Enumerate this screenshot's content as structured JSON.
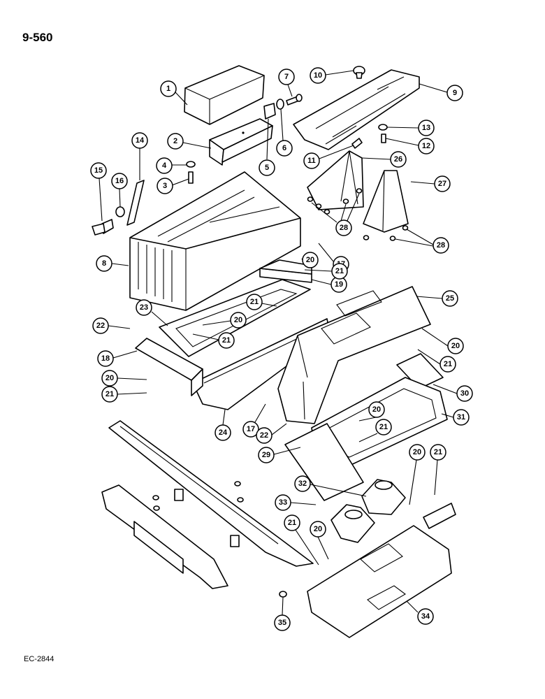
{
  "page_title": "9-560",
  "page_code": "EC-2844",
  "callouts": [
    {
      "label": "1"
    },
    {
      "label": "2"
    },
    {
      "label": "3"
    },
    {
      "label": "4"
    },
    {
      "label": "5"
    },
    {
      "label": "6"
    },
    {
      "label": "7"
    },
    {
      "label": "8"
    },
    {
      "label": "9"
    },
    {
      "label": "10"
    },
    {
      "label": "11"
    },
    {
      "label": "12"
    },
    {
      "label": "13"
    },
    {
      "label": "14"
    },
    {
      "label": "15"
    },
    {
      "label": "16"
    },
    {
      "label": "17"
    },
    {
      "label": "17"
    },
    {
      "label": "18"
    },
    {
      "label": "19"
    },
    {
      "label": "20"
    },
    {
      "label": "20"
    },
    {
      "label": "20"
    },
    {
      "label": "20"
    },
    {
      "label": "20"
    },
    {
      "label": "20"
    },
    {
      "label": "20"
    },
    {
      "label": "21"
    },
    {
      "label": "21"
    },
    {
      "label": "21"
    },
    {
      "label": "21"
    },
    {
      "label": "21"
    },
    {
      "label": "21"
    },
    {
      "label": "21"
    },
    {
      "label": "21"
    },
    {
      "label": "22"
    },
    {
      "label": "22"
    },
    {
      "label": "23"
    },
    {
      "label": "24"
    },
    {
      "label": "25"
    },
    {
      "label": "26"
    },
    {
      "label": "27"
    },
    {
      "label": "28"
    },
    {
      "label": "28"
    },
    {
      "label": "29"
    },
    {
      "label": "30"
    },
    {
      "label": "31"
    },
    {
      "label": "32"
    },
    {
      "label": "33"
    },
    {
      "label": "34"
    },
    {
      "label": "35"
    }
  ]
}
